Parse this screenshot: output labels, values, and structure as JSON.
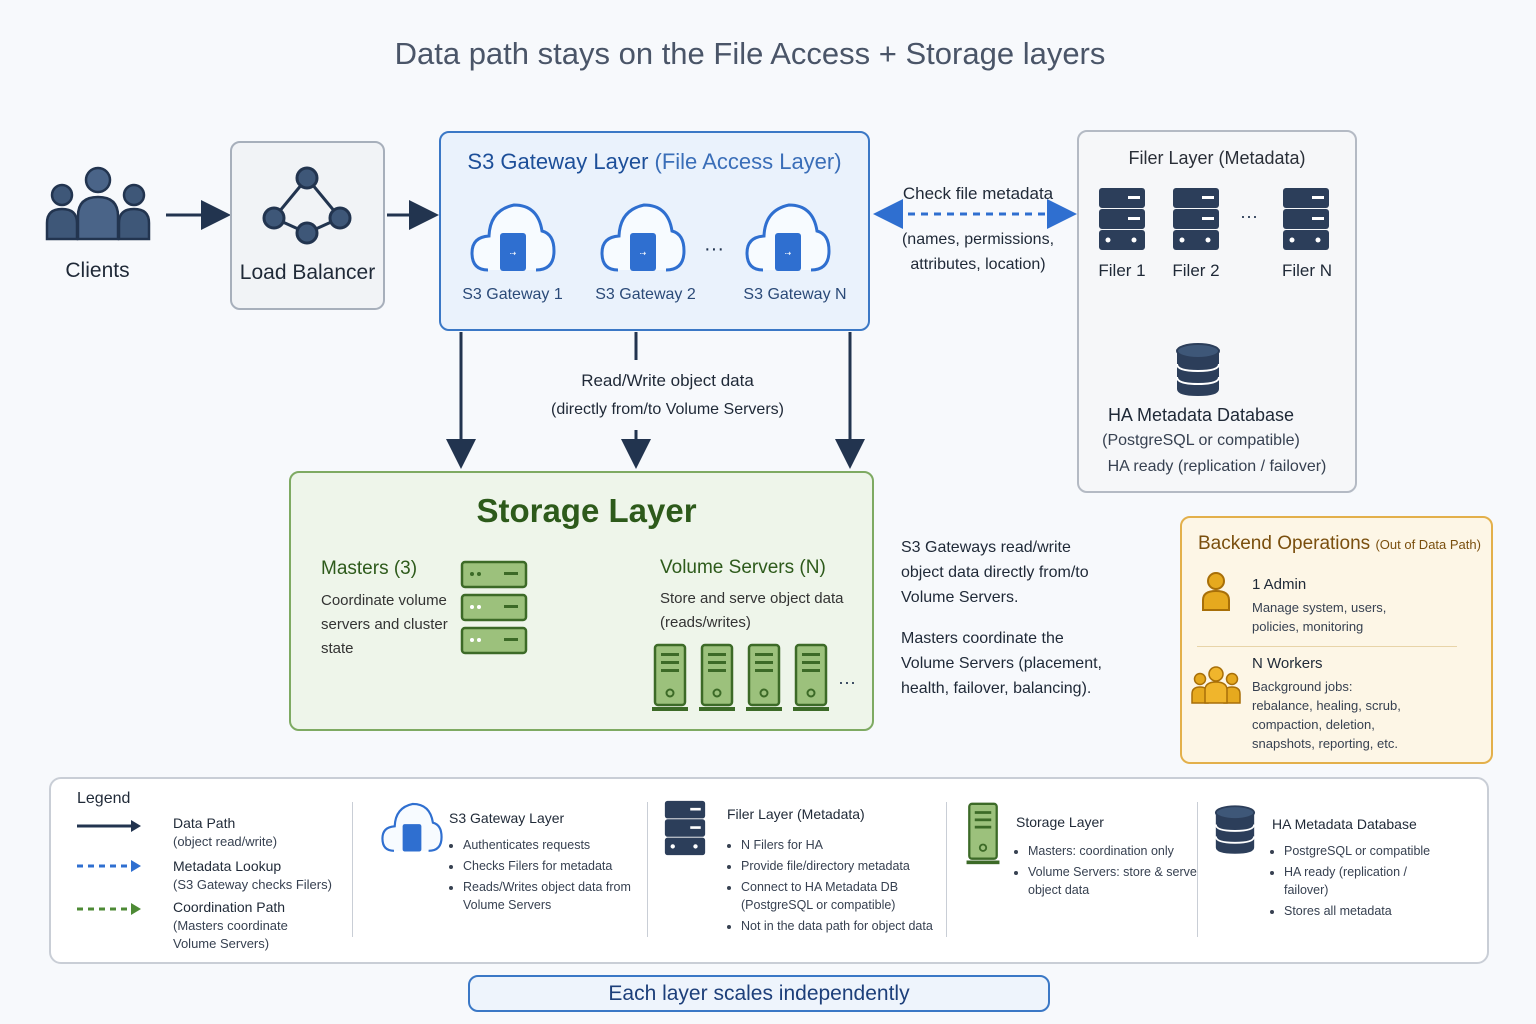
{
  "title": "Data path stays on the File Access + Storage layers",
  "clients": {
    "label": "Clients"
  },
  "load_balancer": {
    "label": "Load Balancer"
  },
  "s3_layer": {
    "title": "S3 Gateway Layer",
    "subtitle": "(File Access Layer)",
    "gateways": [
      "S3 Gateway 1",
      "S3 Gateway 2",
      "S3 Gateway N"
    ],
    "ellipsis": "···"
  },
  "metadata_link": {
    "label": "Check file metadata",
    "detail_line1": "(names, permissions,",
    "detail_line2": "attributes, location)"
  },
  "filer_layer": {
    "title": "Filer Layer (Metadata)",
    "filers": [
      "Filer 1",
      "Filer 2",
      "Filer N"
    ],
    "ellipsis": "···",
    "db_title": "HA Metadata Database",
    "db_sub1": "(PostgreSQL or compatible)",
    "db_sub2": "HA ready (replication / failover)"
  },
  "data_path": {
    "label": "Read/Write object data",
    "detail": "(directly from/to Volume Servers)"
  },
  "storage_layer": {
    "title": "Storage Layer",
    "masters_head": "Masters (3)",
    "masters_text": [
      "Coordinate volume",
      "servers and cluster",
      "state"
    ],
    "volumes_head": "Volume Servers (N)",
    "volumes_text": [
      "Store and serve object data",
      "(reads/writes)"
    ],
    "ellipsis": "···"
  },
  "side_notes": {
    "note1": [
      "S3 Gateways read/write",
      "object data directly from/to",
      "Volume Servers."
    ],
    "note2": [
      "Masters coordinate the",
      "Volume Servers (placement,",
      "health, failover, balancing)."
    ]
  },
  "backend": {
    "title": "Backend Operations",
    "subtitle": "(Out of Data Path)",
    "admin_head": "1 Admin",
    "admin_text": [
      "Manage system, users,",
      "policies, monitoring"
    ],
    "workers_head": "N Workers",
    "workers_text": [
      "Background jobs:",
      "rebalance, healing, scrub,",
      "compaction, deletion,",
      "snapshots, reporting, etc."
    ]
  },
  "legend": {
    "title": "Legend",
    "data_path": {
      "head": "Data Path",
      "sub": "(object read/write)"
    },
    "metadata": {
      "head": "Metadata Lookup",
      "sub": "(S3 Gateway checks Filers)"
    },
    "coordination": {
      "head": "Coordination Path",
      "sub1": "(Masters coordinate",
      "sub2": "Volume Servers)"
    },
    "s3": {
      "head": "S3 Gateway Layer",
      "items": [
        "Authenticates requests",
        "Checks Filers for metadata",
        "Reads/Writes object data from Volume Servers"
      ]
    },
    "filer": {
      "head": "Filer Layer (Metadata)",
      "items": [
        "N Filers for HA",
        "Provide file/directory metadata",
        "Connect to HA Metadata DB (PostgreSQL or compatible)",
        "Not in the data path for object data"
      ]
    },
    "storage": {
      "head": "Storage Layer",
      "items": [
        "Masters: coordination only",
        "Volume Servers: store & serve object data"
      ]
    },
    "db": {
      "head": "HA Metadata Database",
      "items": [
        "PostgreSQL or compatible",
        "HA ready (replication / failover)",
        "Stores all metadata"
      ]
    }
  },
  "footer": "Each layer scales independently",
  "colors": {
    "data_path": "#22344f",
    "metadata": "#2f6fd0",
    "coordination": "#4d8a35",
    "s3_accent": "#3b78c6",
    "storage_accent": "#7eaa62",
    "backend_accent": "#e3b04b"
  }
}
